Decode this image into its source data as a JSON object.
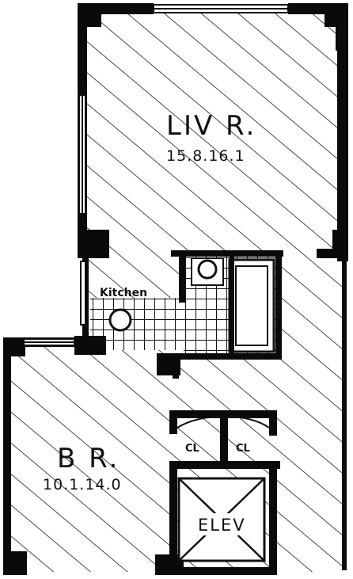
{
  "rooms": {
    "living": {
      "label": "LIV R.",
      "size": "15.8.16.1"
    },
    "bedroom": {
      "label": "B R.",
      "size": "10.1.14.0"
    },
    "kitchen": {
      "label": "Kitchen"
    },
    "closet_left": {
      "label": "CL"
    },
    "closet_right": {
      "label": "CL"
    },
    "elevator": {
      "label": "ELEV"
    }
  }
}
